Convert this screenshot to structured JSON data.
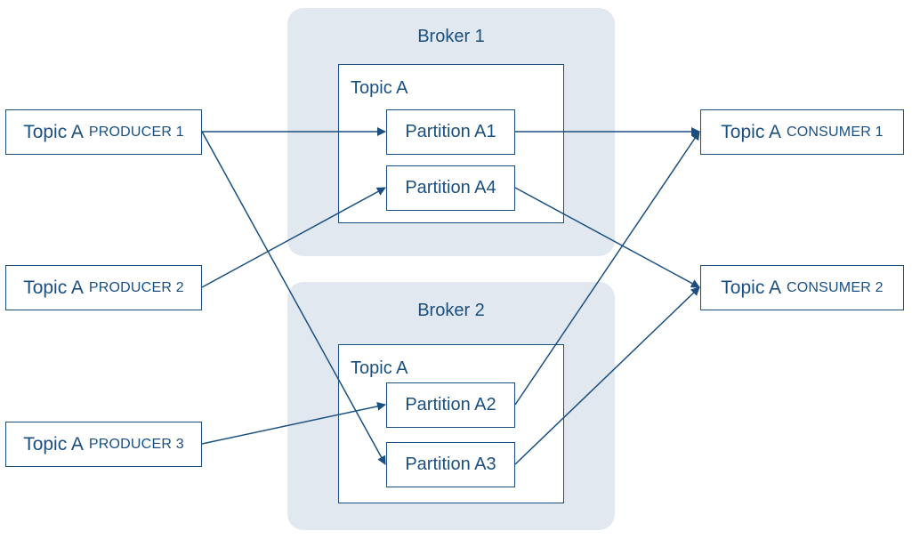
{
  "brokers": [
    {
      "title": "Broker 1",
      "topic": "Topic A",
      "partitions": [
        "Partition A1",
        "Partition A4"
      ]
    },
    {
      "title": "Broker 2",
      "topic": "Topic A",
      "partitions": [
        "Partition A2",
        "Partition A3"
      ]
    }
  ],
  "producers": [
    {
      "topic": "Topic A",
      "role": "PRODUCER 1"
    },
    {
      "topic": "Topic A",
      "role": "PRODUCER 2"
    },
    {
      "topic": "Topic A",
      "role": "PRODUCER 3"
    }
  ],
  "consumers": [
    {
      "topic": "Topic A",
      "role": "CONSUMER 1"
    },
    {
      "topic": "Topic A",
      "role": "CONSUMER 2"
    }
  ],
  "colors": {
    "accent": "#1a4f80",
    "broker_bg": "#e1e8f0",
    "background": "#ffffff"
  }
}
